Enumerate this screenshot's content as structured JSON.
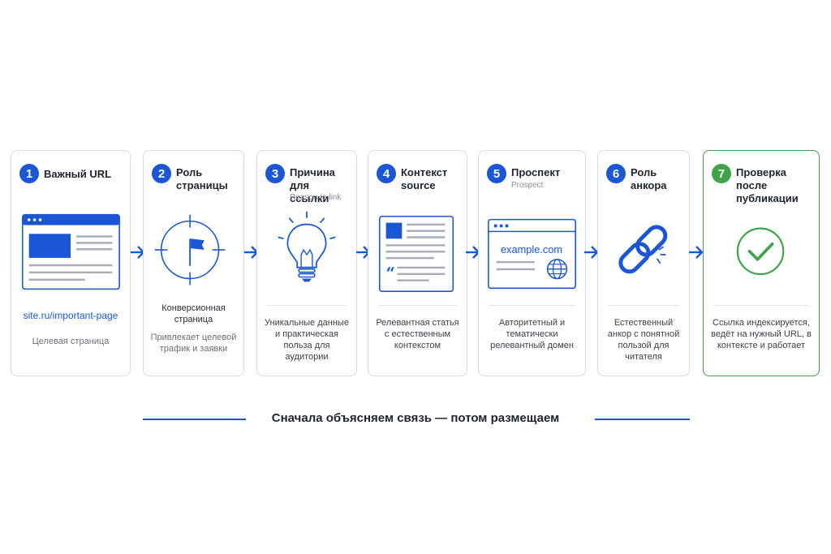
{
  "colors": {
    "accent": "#1a56d6",
    "success": "#3ea34a",
    "border": "#d9dbe0"
  },
  "steps": [
    {
      "num": "1",
      "title": "Важный URL",
      "url": "site.ru/important-page",
      "desc": "Целевая страница",
      "icon": "browser-page-icon"
    },
    {
      "num": "2",
      "title": "Роль страницы",
      "desc": "Конверсионная страница",
      "desc2": "Привлекает целевой трафик и заявки",
      "icon": "target-flag-icon"
    },
    {
      "num": "3",
      "title": "Причина для ссылки",
      "subtitle": "Reason to link",
      "desc": "Уникальные данные и практическая польза для аудитории",
      "icon": "lightbulb-icon"
    },
    {
      "num": "4",
      "title": "Контекст source",
      "desc": "Релевантная статья с естественным контекстом",
      "icon": "article-icon"
    },
    {
      "num": "5",
      "title": "Проспект",
      "subtitle": "Prospect",
      "domain": "example.com",
      "desc": "Авторитетный и тематически релевантный домен",
      "icon": "website-globe-icon"
    },
    {
      "num": "6",
      "title": "Роль анкора",
      "desc": "Естественный анкор с понятной пользой для читателя",
      "icon": "chain-link-icon"
    },
    {
      "num": "7",
      "title": "Проверка после публикации",
      "desc": "Ссылка индексируется, ведёт на нужный URL, в контексте и работает",
      "icon": "check-circle-icon"
    }
  ],
  "footer": {
    "text": "Сначала объясняем связь — потом размещаем"
  }
}
